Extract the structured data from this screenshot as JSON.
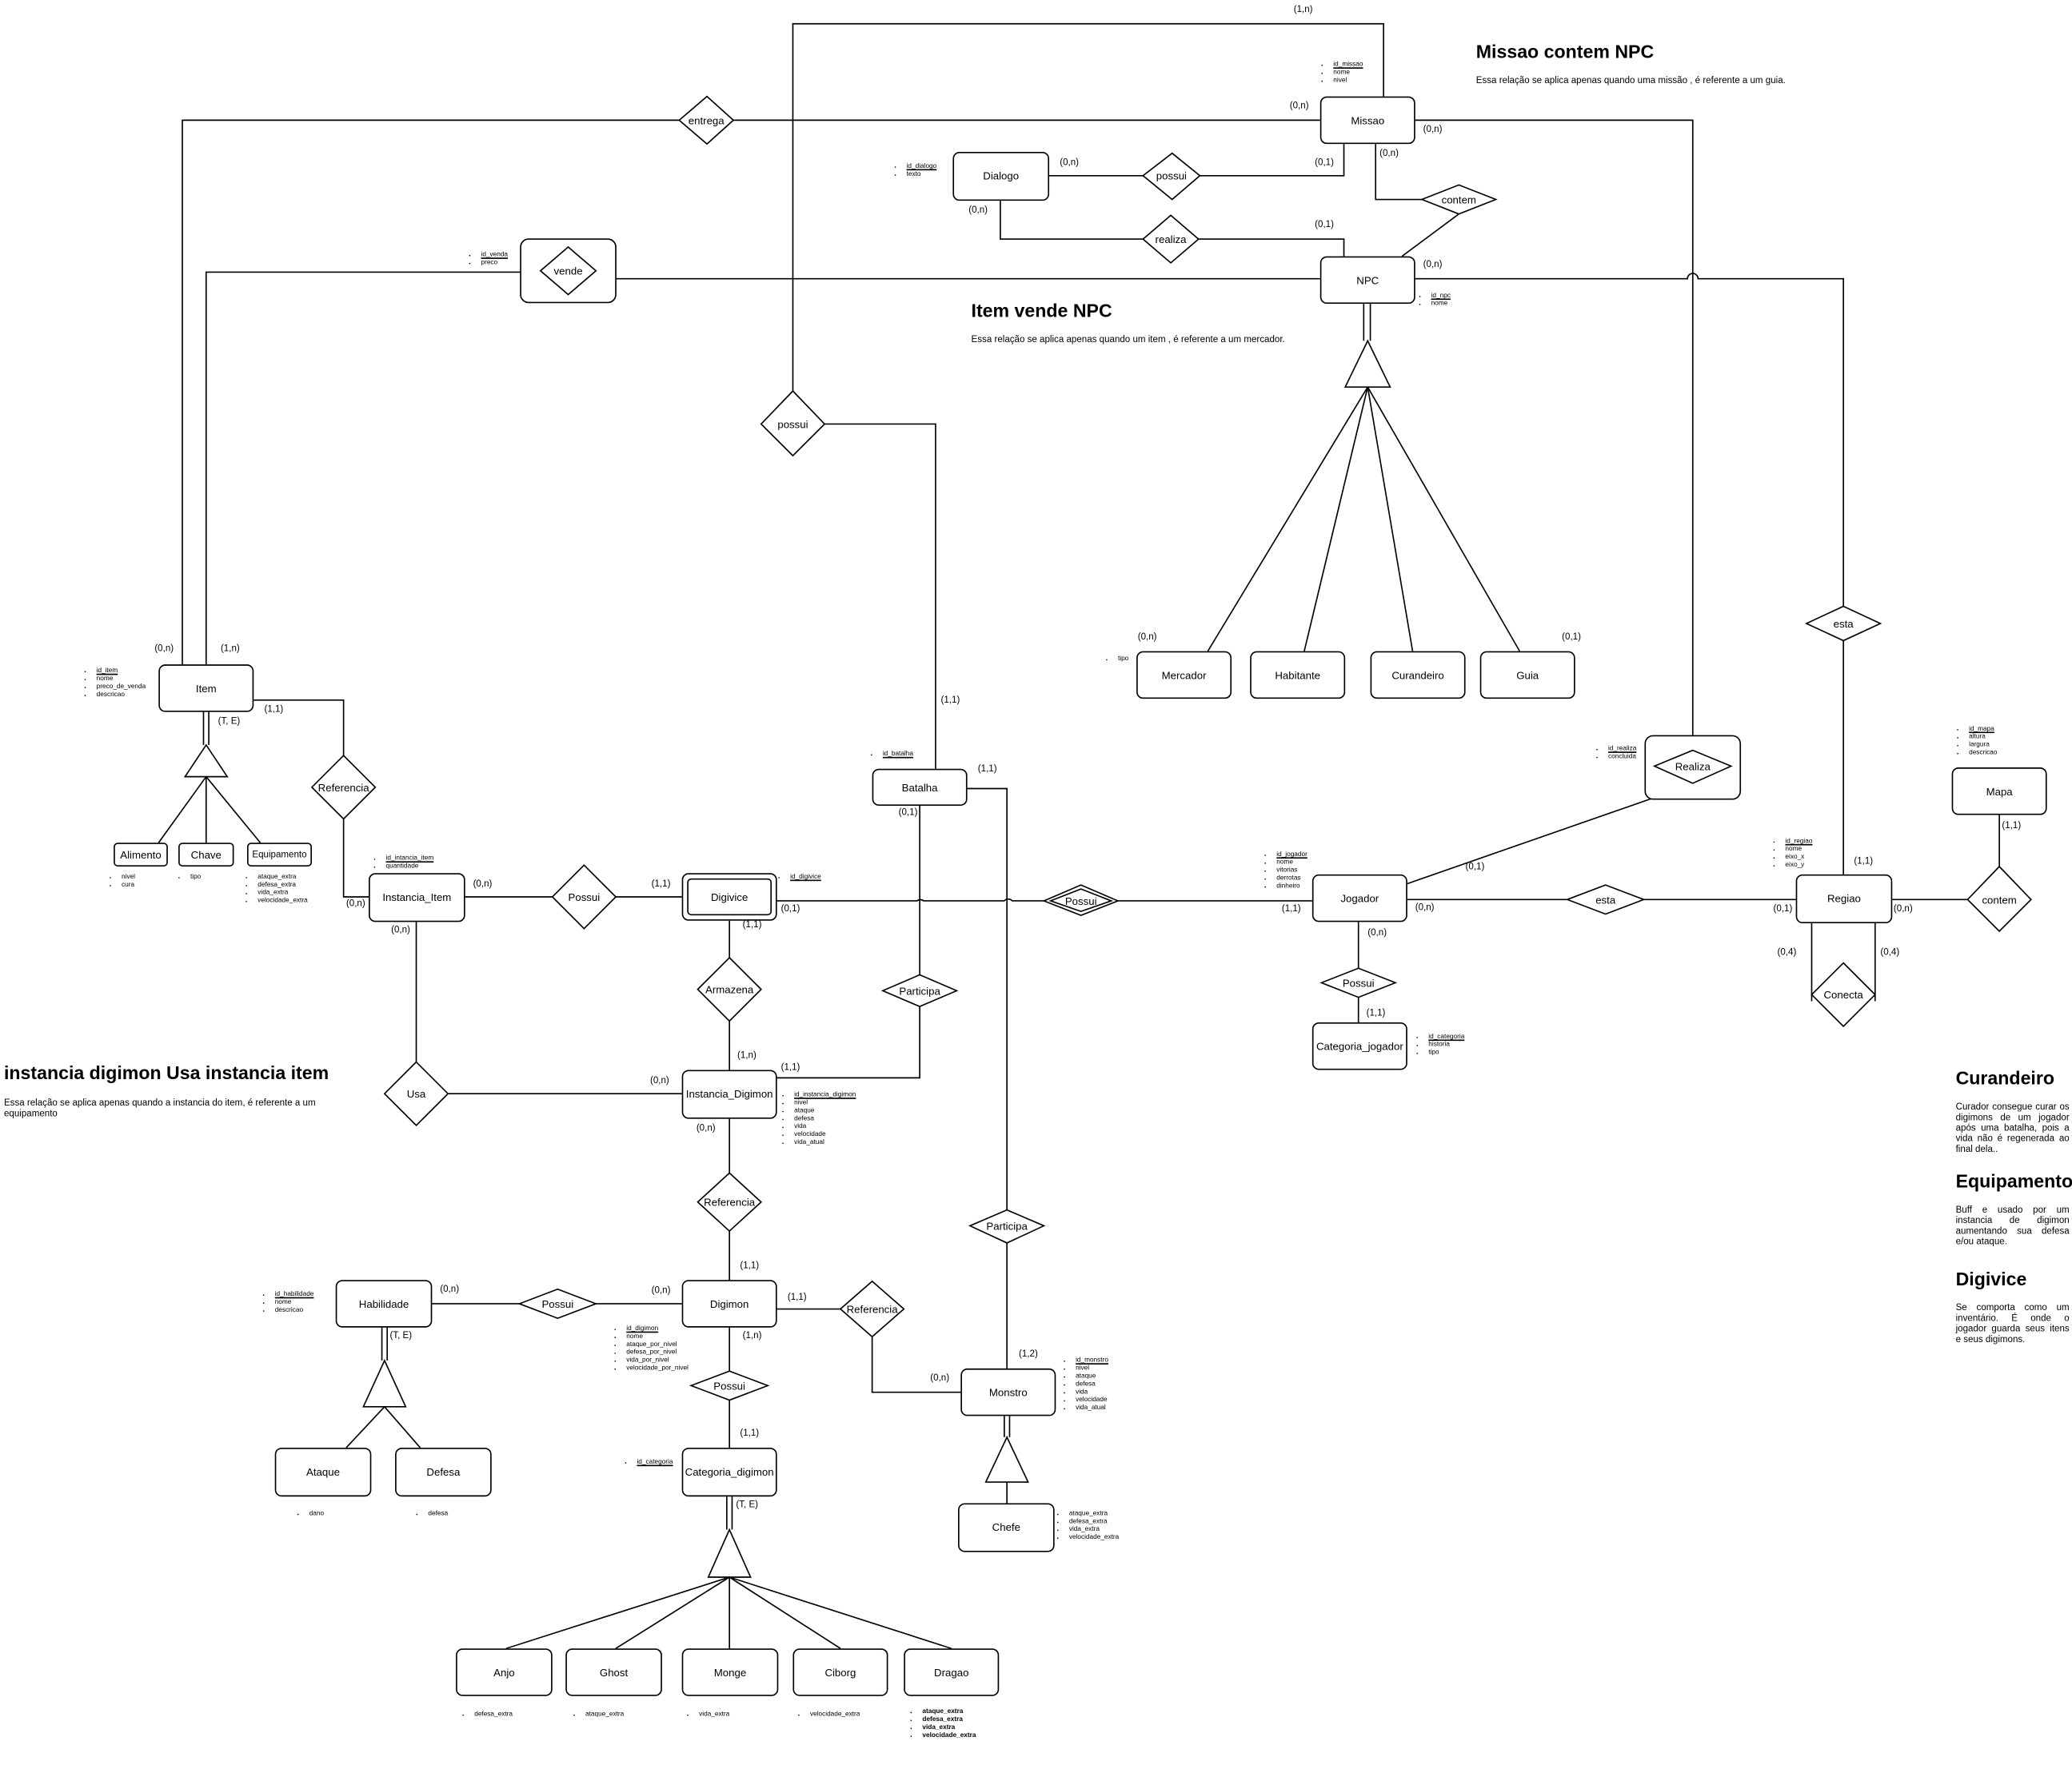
{
  "entities": {
    "missao": "Missao",
    "dialogo": "Dialogo",
    "npc": "NPC",
    "mercador": "Mercador",
    "habitante": "Habitante",
    "curandeiro": "Curandeiro",
    "guia": "Guia",
    "item": "Item",
    "alimento": "Alimento",
    "chave": "Chave",
    "equipamento": "Equipamento",
    "instancia_item": "Instancia_Item",
    "digivice": "Digivice",
    "batalha": "Batalha",
    "jogador": "Jogador",
    "regiao": "Regiao",
    "mapa": "Mapa",
    "categoria_jogador": "Categoria_jogador",
    "instancia_digimon": "Instancia_Digimon",
    "digimon": "Digimon",
    "habilidade": "Habilidade",
    "ataque": "Ataque",
    "defesa": "Defesa",
    "monstro": "Monstro",
    "chefe": "Chefe",
    "categoria_digimon": "Categoria_digimon",
    "anjo": "Anjo",
    "ghost": "Ghost",
    "monge": "Monge",
    "ciborg": "Ciborg",
    "dragao": "Dragao"
  },
  "relationships": {
    "entrega": "entrega",
    "possui_dialogo": "possui",
    "contem_npc": "contem",
    "realiza_dialogo": "realiza",
    "vende": "vende",
    "possui_batalha": "possui",
    "referencia_item": "Referencia",
    "possui_item": "Possui",
    "possui_jogador_digivice": "Possui",
    "armazena": "Armazena",
    "participa_digimon": "Participa",
    "usa": "Usa",
    "realiza_missao": "Realiza",
    "esta_jogador": "esta",
    "esta_npc": "esta",
    "contem_mapa": "contem",
    "conecta": "Conecta",
    "possui_categoria": "Possui",
    "referencia_digimon": "Referencia",
    "participa_monstro": "Participa",
    "possui_habilidade": "Possui",
    "referencia_monstro": "Referencia",
    "possui_categoria_digimon": "Possui"
  },
  "attributes": {
    "missao": [
      {
        "t": "id_missao",
        "pk": true
      },
      {
        "t": "nome"
      },
      {
        "t": "nivel"
      }
    ],
    "dialogo": [
      {
        "t": "id_dialogo",
        "pk": true
      },
      {
        "t": "texto"
      }
    ],
    "vende": [
      {
        "t": "id_venda",
        "pk": true
      },
      {
        "t": "preco"
      }
    ],
    "npc": [
      {
        "t": "id_npc",
        "pk": true
      },
      {
        "t": "nome"
      }
    ],
    "mercador": [
      {
        "t": "tipo"
      }
    ],
    "item": [
      {
        "t": "id_item",
        "pk": true
      },
      {
        "t": "nome"
      },
      {
        "t": "preco_de_venda"
      },
      {
        "t": "descricao"
      }
    ],
    "alimento": [
      {
        "t": "nivel"
      },
      {
        "t": "cura"
      }
    ],
    "chave": [
      {
        "t": "tipo"
      }
    ],
    "equipamento": [
      {
        "t": "ataque_extra"
      },
      {
        "t": "defesa_extra"
      },
      {
        "t": "vida_extra"
      },
      {
        "t": "velocidade_extra"
      }
    ],
    "instancia_item": [
      {
        "t": "id_intancia_item",
        "pk": true
      },
      {
        "t": "quantidade"
      }
    ],
    "digivice": [
      {
        "t": "id_digivice",
        "pk": true
      }
    ],
    "batalha": [
      {
        "t": "id_batalha",
        "pk": true
      }
    ],
    "realiza": [
      {
        "t": "id_realiza",
        "pk": true
      },
      {
        "t": "concluida"
      }
    ],
    "mapa": [
      {
        "t": "id_mapa",
        "pk": true
      },
      {
        "t": "altura"
      },
      {
        "t": "largura"
      },
      {
        "t": "descricao"
      }
    ],
    "regiao": [
      {
        "t": "id_regiao",
        "pk": true
      },
      {
        "t": "nome"
      },
      {
        "t": "eixo_x"
      },
      {
        "t": "eixo_y"
      }
    ],
    "jogador": [
      {
        "t": "id_jogador",
        "pk": true
      },
      {
        "t": "nome"
      },
      {
        "t": "vitorias"
      },
      {
        "t": "derrotas"
      },
      {
        "t": "dinheiro"
      }
    ],
    "categoria_jogador": [
      {
        "t": "id_categoria",
        "pk": true
      },
      {
        "t": "historia"
      },
      {
        "t": "tipo"
      }
    ],
    "instancia_digimon": [
      {
        "t": "id_instancia_digimon",
        "pk": true
      },
      {
        "t": "nivel"
      },
      {
        "t": "ataque"
      },
      {
        "t": "defesa"
      },
      {
        "t": "vida"
      },
      {
        "t": "velocidade"
      },
      {
        "t": "vida_atual"
      }
    ],
    "habilidade": [
      {
        "t": "id_habilidade",
        "pk": true
      },
      {
        "t": "nome"
      },
      {
        "t": "descricao"
      }
    ],
    "digimon": [
      {
        "t": "id_digimon",
        "pk": true
      },
      {
        "t": "nome"
      },
      {
        "t": "ataque_por_nivel"
      },
      {
        "t": "defesa_por_nivel"
      },
      {
        "t": "vida_por_nivel"
      },
      {
        "t": "velocidade_por_nivel"
      }
    ],
    "monstro": [
      {
        "t": "id_monstro",
        "pk": true
      },
      {
        "t": "nivel"
      },
      {
        "t": "ataque"
      },
      {
        "t": "defesa"
      },
      {
        "t": "vida"
      },
      {
        "t": "velocidade"
      },
      {
        "t": "vida_atual"
      }
    ],
    "chefe": [
      {
        "t": "ataque_extra"
      },
      {
        "t": "defesa_extra"
      },
      {
        "t": "vida_extra"
      },
      {
        "t": "velocidade_extra"
      }
    ],
    "categoria_digimon": [
      {
        "t": "id_categoria",
        "pk": true
      }
    ],
    "ataque": [
      {
        "t": "dano"
      }
    ],
    "defesa": [
      {
        "t": "defesa"
      }
    ],
    "anjo": [
      {
        "t": "defesa_extra"
      }
    ],
    "ghost": [
      {
        "t": "ataque_extra"
      }
    ],
    "monge": [
      {
        "t": "vida_extra"
      }
    ],
    "ciborg": [
      {
        "t": "velocidade_extra"
      }
    ],
    "dragao": [
      {
        "t": "ataque_extra"
      },
      {
        "t": "defesa_extra"
      },
      {
        "t": "vida_extra"
      },
      {
        "t": "velocidade_extra"
      }
    ]
  },
  "cardinalities": {
    "c1": "(1,n)",
    "c2": "(0,n)",
    "c3": "(0,n)",
    "c4": "(0,n)",
    "c5": "(0,n)",
    "c6": "(0,1)",
    "c7": "(0,n)",
    "c8": "(0,1)",
    "c9": "(0,n)",
    "c10": "(0,n)",
    "c11": "(0,1)",
    "c12": "(0,n)",
    "c13": "(1,n)",
    "c14": "(1,1)",
    "c15": "(T, E)",
    "c16": "(1,1)",
    "c17": "(1,1)",
    "c18": "(0,1)",
    "c19": "(0,n)",
    "c20": "(1,1)",
    "c21": "(0,n)",
    "c22": "(0,n)",
    "c23": "(0,1)",
    "c24": "(1,1)",
    "c25": "(0,1)",
    "c26": "(1,1)",
    "c27": "(0,n)",
    "c28": "(0,n)",
    "c29": "(1,1)",
    "c30": "(0,1)",
    "c31": "(1,1)",
    "c32": "(0,n)",
    "c33": "(0,4)",
    "c34": "(0,4)",
    "c35": "(1,1)",
    "c36": "(1,n)",
    "c37": "(1,1)",
    "c38": "(0,n)",
    "c39": "(0,n)",
    "c40": "(1,1)",
    "c41": "(0,n)",
    "c42": "(0,n)",
    "c43": "(T, E)",
    "c44": "(1,1)",
    "c45": "(1,n)",
    "c46": "(1,1)",
    "c47": "(0,n)",
    "c48": "(1,2)",
    "c49": "(T, E)"
  },
  "notes": {
    "missao_title": "Missao contem NPC",
    "missao_body": "Essa relação se aplica apenas quando uma missão , é referente a um guia.",
    "item_title": "Item vende NPC",
    "item_body": "Essa relação se aplica apenas quando um item , é referente a um mercador.",
    "usa_title": "instancia digimon Usa instancia item",
    "usa_body": "Essa relação se aplica apenas quando a instancia do item, é referente a um equipamento",
    "curandeiro_title": "Curandeiro",
    "curandeiro_body": "Curador consegue curar os digimons de um jogador após uma batalha, pois a vida não é regenerada ao final dela..",
    "equipamento_title": "Equipamento",
    "equipamento_body": "Buff e usado por um instancia de digimon aumentando sua defesa e/ou ataque.",
    "digivice_title": "Digivice",
    "digivice_body": "Se comporta como um inventário. É onde o jogador guarda seus itens e seus digimons."
  },
  "colors": {
    "stroke": "#000000",
    "background": "#ffffff"
  }
}
